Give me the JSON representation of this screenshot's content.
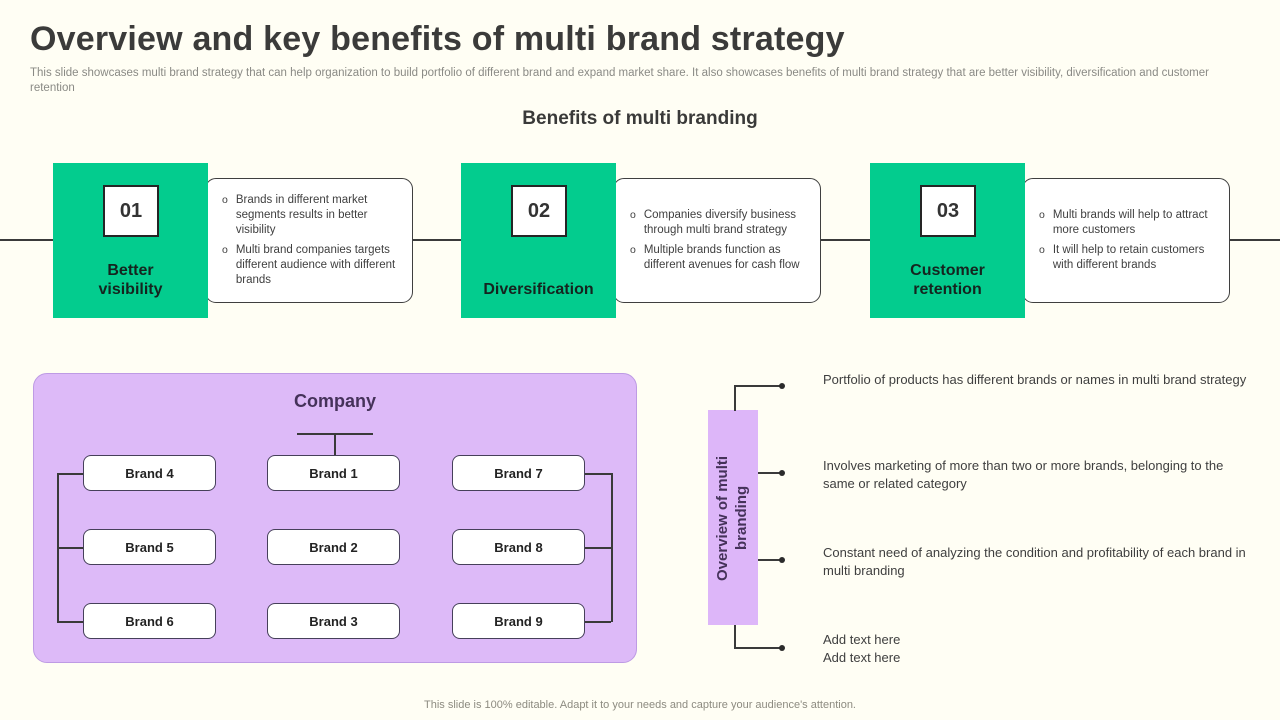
{
  "slide": {
    "title": "Overview and key benefits of multi brand strategy",
    "subtitle": "This slide showcases multi brand strategy that can help organization to build portfolio of different brand and expand market share. It also showcases benefits of multi brand strategy that are better visibility, diversification and customer retention",
    "section_heading": "Benefits of multi branding",
    "footer": "This slide is 100% editable. Adapt it to your needs and capture your audience's attention."
  },
  "benefits": [
    {
      "number": "01",
      "label": "Better\nvisibility",
      "points": [
        "Brands in different market segments results in better visibility",
        "Multi brand companies targets different audience with different brands"
      ]
    },
    {
      "number": "02",
      "label": "Diversification",
      "points": [
        "Companies diversify business through multi brand strategy",
        "Multiple brands function as different avenues for cash flow"
      ]
    },
    {
      "number": "03",
      "label": "Customer\nretention",
      "points": [
        "Multi brands will help to attract more customers",
        "It will help to retain customers with different brands"
      ]
    }
  ],
  "org_chart": {
    "title": "Company",
    "columns": [
      [
        "Brand 4",
        "Brand 5",
        "Brand 6"
      ],
      [
        "Brand 1",
        "Brand 2",
        "Brand 3"
      ],
      [
        "Brand 7",
        "Brand 8",
        "Brand 9"
      ]
    ]
  },
  "overview": {
    "label": "Overview of multi branding",
    "points": [
      "Portfolio of products has different brands or names in multi brand strategy",
      "Involves marketing of more than two or more brands, belonging to the same or related category",
      "Constant need of analyzing the condition and profitability of each brand in multi branding",
      "Add text here\nAdd text here"
    ]
  },
  "colors": {
    "background": "#FFFEF4",
    "green": "#03CC8E",
    "purple_light": "#DDBAF8",
    "purple_text": "#45325A",
    "line": "#3A3A3A"
  }
}
